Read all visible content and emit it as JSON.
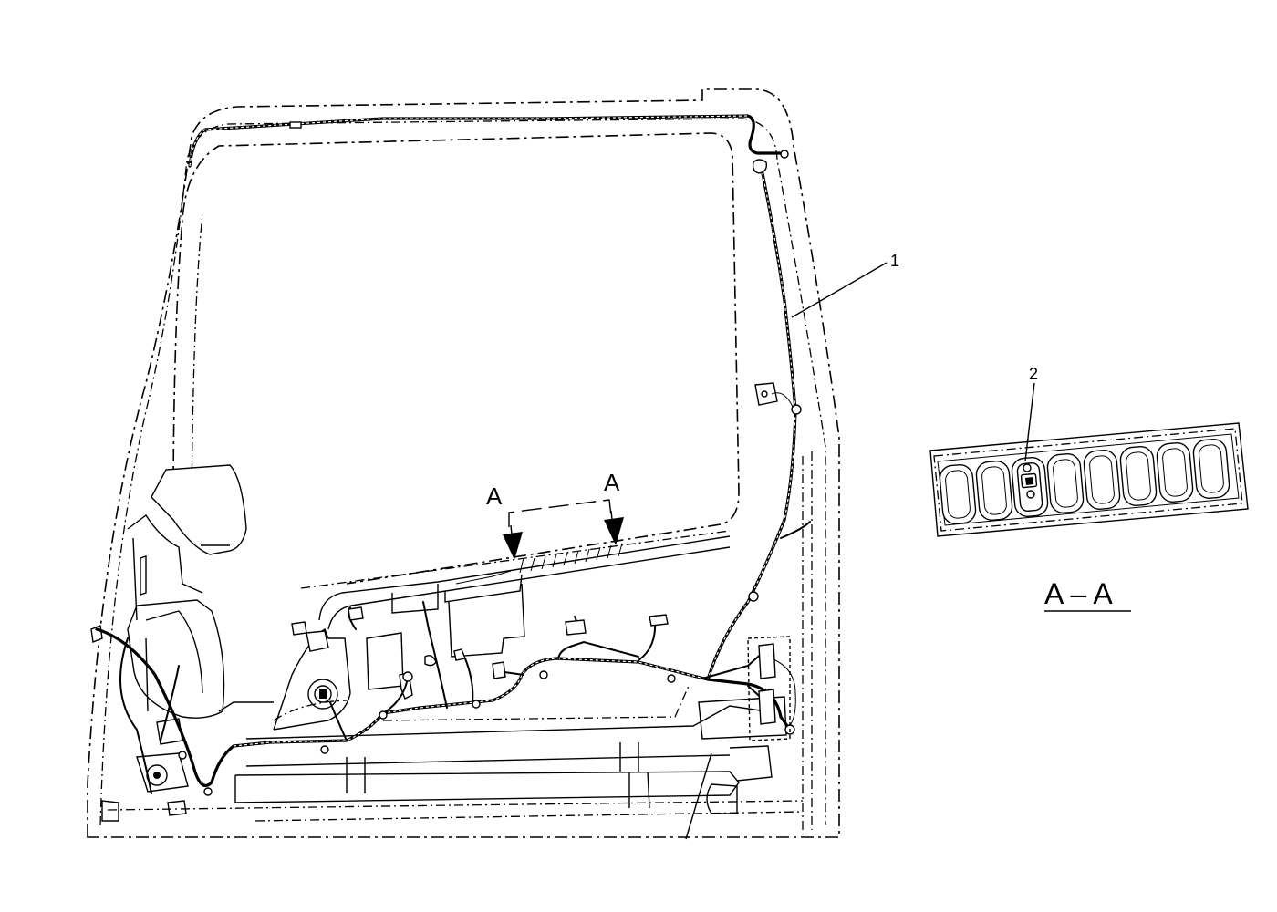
{
  "callouts": {
    "harness": "1",
    "connector": "2"
  },
  "section": {
    "marker_left": "A",
    "marker_right": "A",
    "view_title": "A – A"
  }
}
